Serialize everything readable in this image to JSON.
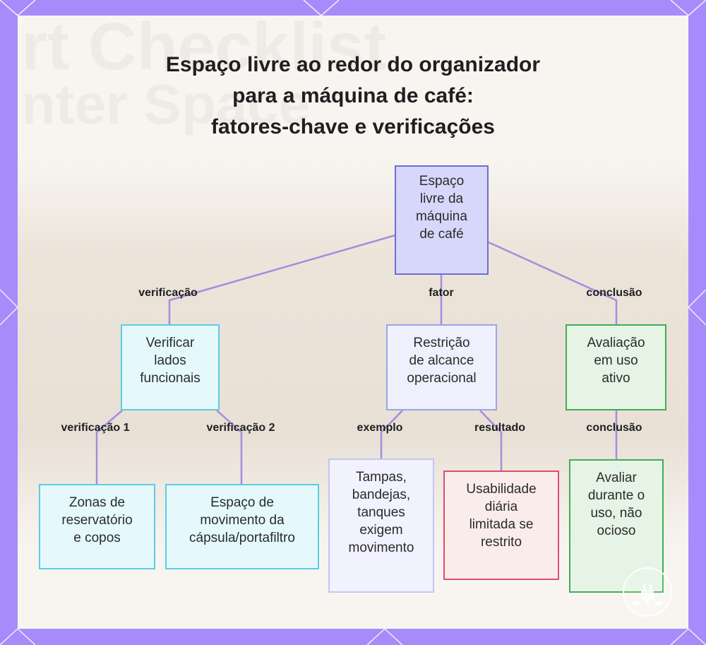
{
  "colors": {
    "frame": "#a78bfa",
    "edge": "#a78bde",
    "root_fill": "#d7d7fb",
    "cyan_border": "#5bcde4",
    "green_border": "#3fae52",
    "red_border": "#d9506a"
  },
  "background_text": {
    "line1": "rt Checklist",
    "line2": "nter Space"
  },
  "title": {
    "line1": "Espaço livre ao redor do organizador",
    "line2": "para a máquina de café:",
    "line3": "fatores-chave e verificações"
  },
  "nodes": {
    "root": "Espaço\nlivre da\nmáquina\nde café",
    "verificar_lados": "Verificar\nlados\nfuncionais",
    "restricao": "Restrição\nde alcance\noperacional",
    "avaliacao": "Avaliação\nem uso\nativo",
    "zonas": "Zonas de\nreservatório\ne copos",
    "espaco_movimento": "Espaço de\nmovimento da\ncápsula/portafiltro",
    "tampas": "Tampas,\nbandejas,\ntanques\nexigem\nmovimento",
    "usabilidade": "Usabilidade\ndiária\nlimitada se\nrestrito",
    "avaliar": "Avaliar\ndurante o\nuso, não\nocioso"
  },
  "edge_labels": {
    "verificacao": "verificação",
    "fator": "fator",
    "conclusao_1": "conclusão",
    "verificacao_1": "verificação 1",
    "verificacao_2": "verificação 2",
    "exemplo": "exemplo",
    "resultado": "resultado",
    "conclusao_2": "conclusão"
  },
  "icons": {
    "corner_decoration": "diagonal-line-pattern",
    "watermark": "plug-badge-icon"
  }
}
